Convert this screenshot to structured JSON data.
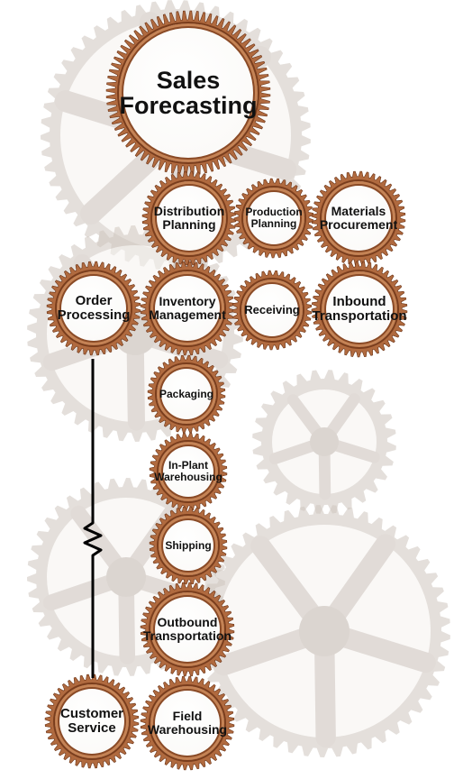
{
  "gears": [
    {
      "id": "sales-forecasting",
      "lines": [
        "Sales",
        "Forecasting"
      ]
    },
    {
      "id": "distribution-planning",
      "lines": [
        "Distribution",
        "Planning"
      ]
    },
    {
      "id": "production-planning",
      "lines": [
        "Production",
        "Planning"
      ]
    },
    {
      "id": "materials-procurement",
      "lines": [
        "Materials",
        "Procurement"
      ]
    },
    {
      "id": "order-processing",
      "lines": [
        "Order",
        "Processing"
      ]
    },
    {
      "id": "inventory-management",
      "lines": [
        "Inventory",
        "Management"
      ]
    },
    {
      "id": "receiving",
      "lines": [
        "Receiving"
      ]
    },
    {
      "id": "inbound-transportation",
      "lines": [
        "Inbound",
        "Transportation"
      ]
    },
    {
      "id": "packaging",
      "lines": [
        "Packaging"
      ]
    },
    {
      "id": "in-plant-warehousing",
      "lines": [
        "In-Plant",
        "Warehousing"
      ]
    },
    {
      "id": "shipping",
      "lines": [
        "Shipping"
      ]
    },
    {
      "id": "outbound-transportation",
      "lines": [
        "Outbound",
        "Transportation"
      ]
    },
    {
      "id": "customer-service",
      "lines": [
        "Customer",
        "Service"
      ]
    },
    {
      "id": "field-warehousing",
      "lines": [
        "Field",
        "Warehousing"
      ]
    }
  ],
  "colors": {
    "gear_rim": "#8a4a26",
    "gear_tooth": "#b06a3f",
    "connector": "#000000",
    "background_gears": "#e3dcd6"
  }
}
